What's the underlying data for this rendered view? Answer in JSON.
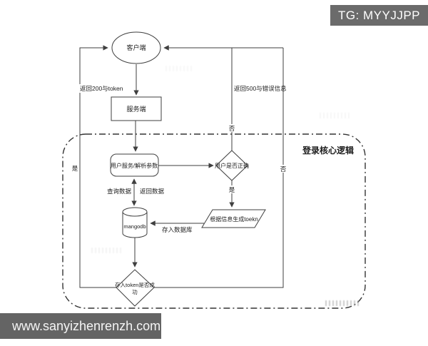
{
  "overlays": {
    "tg_badge": {
      "label": "TG: MYYJJPP",
      "bg": "#6b6b6b",
      "fg": "#ffffff"
    },
    "site_bar": {
      "label": "www.sanyizhenrenzh.com",
      "bg": "#646464",
      "fg": "#f5f5f5"
    }
  },
  "diagram": {
    "container": {
      "label": "登录核心逻辑"
    },
    "nodes": {
      "client": {
        "shape": "ellipse",
        "label": "客户端"
      },
      "server": {
        "shape": "rect",
        "label": "服务端"
      },
      "user_service": {
        "shape": "rounded-rect",
        "label": "用户服务/解析参数"
      },
      "user_check": {
        "shape": "diamond",
        "label": "用户是否正确"
      },
      "database": {
        "shape": "cylinder",
        "label": "mangodb"
      },
      "gen_token": {
        "shape": "parallelogram",
        "label": "根据信息生成toekn"
      },
      "token_check": {
        "shape": "diamond",
        "label": "存入token是否成功",
        "line1": "存入token是否成",
        "line2": "功"
      }
    },
    "edge_labels": {
      "return200": "返回200与token",
      "return500": "返回500与错误信息",
      "no_top": "否",
      "no_right": "否",
      "yes_left": "是",
      "yes_mid": "是",
      "query": "查询数据",
      "return_data": "返回数据",
      "save_db": "存入数据库"
    },
    "colors": {
      "stroke": "#3f3f3f",
      "text": "#222222",
      "dash_border": "#333333",
      "badge_bg": "#6b6b6b",
      "bar_bg": "#646464"
    }
  }
}
